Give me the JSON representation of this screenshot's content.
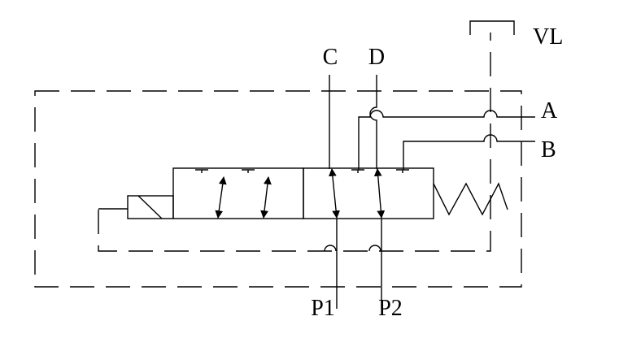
{
  "ports": {
    "c": "C",
    "d": "D",
    "vl": "VL",
    "a": "A",
    "b": "B",
    "p1": "P1",
    "p2": "P2"
  },
  "colors": {
    "line": "#000000",
    "background": "#ffffff"
  }
}
